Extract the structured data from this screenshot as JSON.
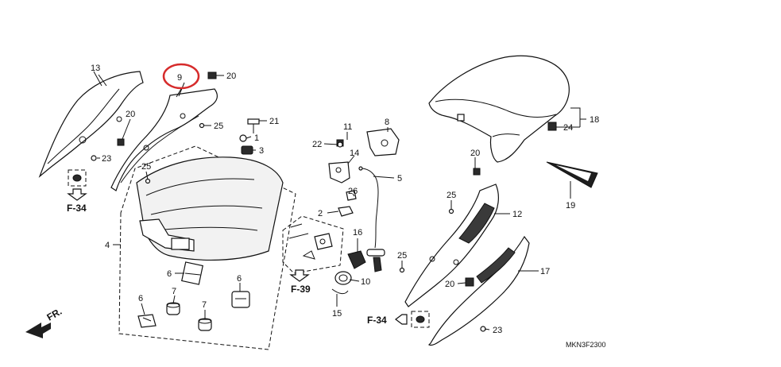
{
  "diagram": {
    "code": "MKN3F2300",
    "front_label": "FR.",
    "highlight_color": "#d62b2b",
    "highlighted_part": "9",
    "refs": {
      "f34_left": "F-34",
      "f34_right": "F-34",
      "f39": "F-39"
    },
    "parts": {
      "p1": "1",
      "p2": "2",
      "p3": "3",
      "p4": "4",
      "p5": "5",
      "p6a": "6",
      "p6b": "6",
      "p6c": "6",
      "p7a": "7",
      "p7b": "7",
      "p8": "8",
      "p9": "9",
      "p10": "10",
      "p11": "11",
      "p12": "12",
      "p13": "13",
      "p14": "14",
      "p15": "15",
      "p16": "16",
      "p17": "17",
      "p18": "18",
      "p19": "19",
      "p20a": "20",
      "p20b": "20",
      "p20c": "20",
      "p20d": "20",
      "p21": "21",
      "p22": "22",
      "p23a": "23",
      "p23b": "23",
      "p24": "24",
      "p25a": "25",
      "p25b": "25",
      "p25c": "25",
      "p25d": "25",
      "p26": "26"
    }
  }
}
